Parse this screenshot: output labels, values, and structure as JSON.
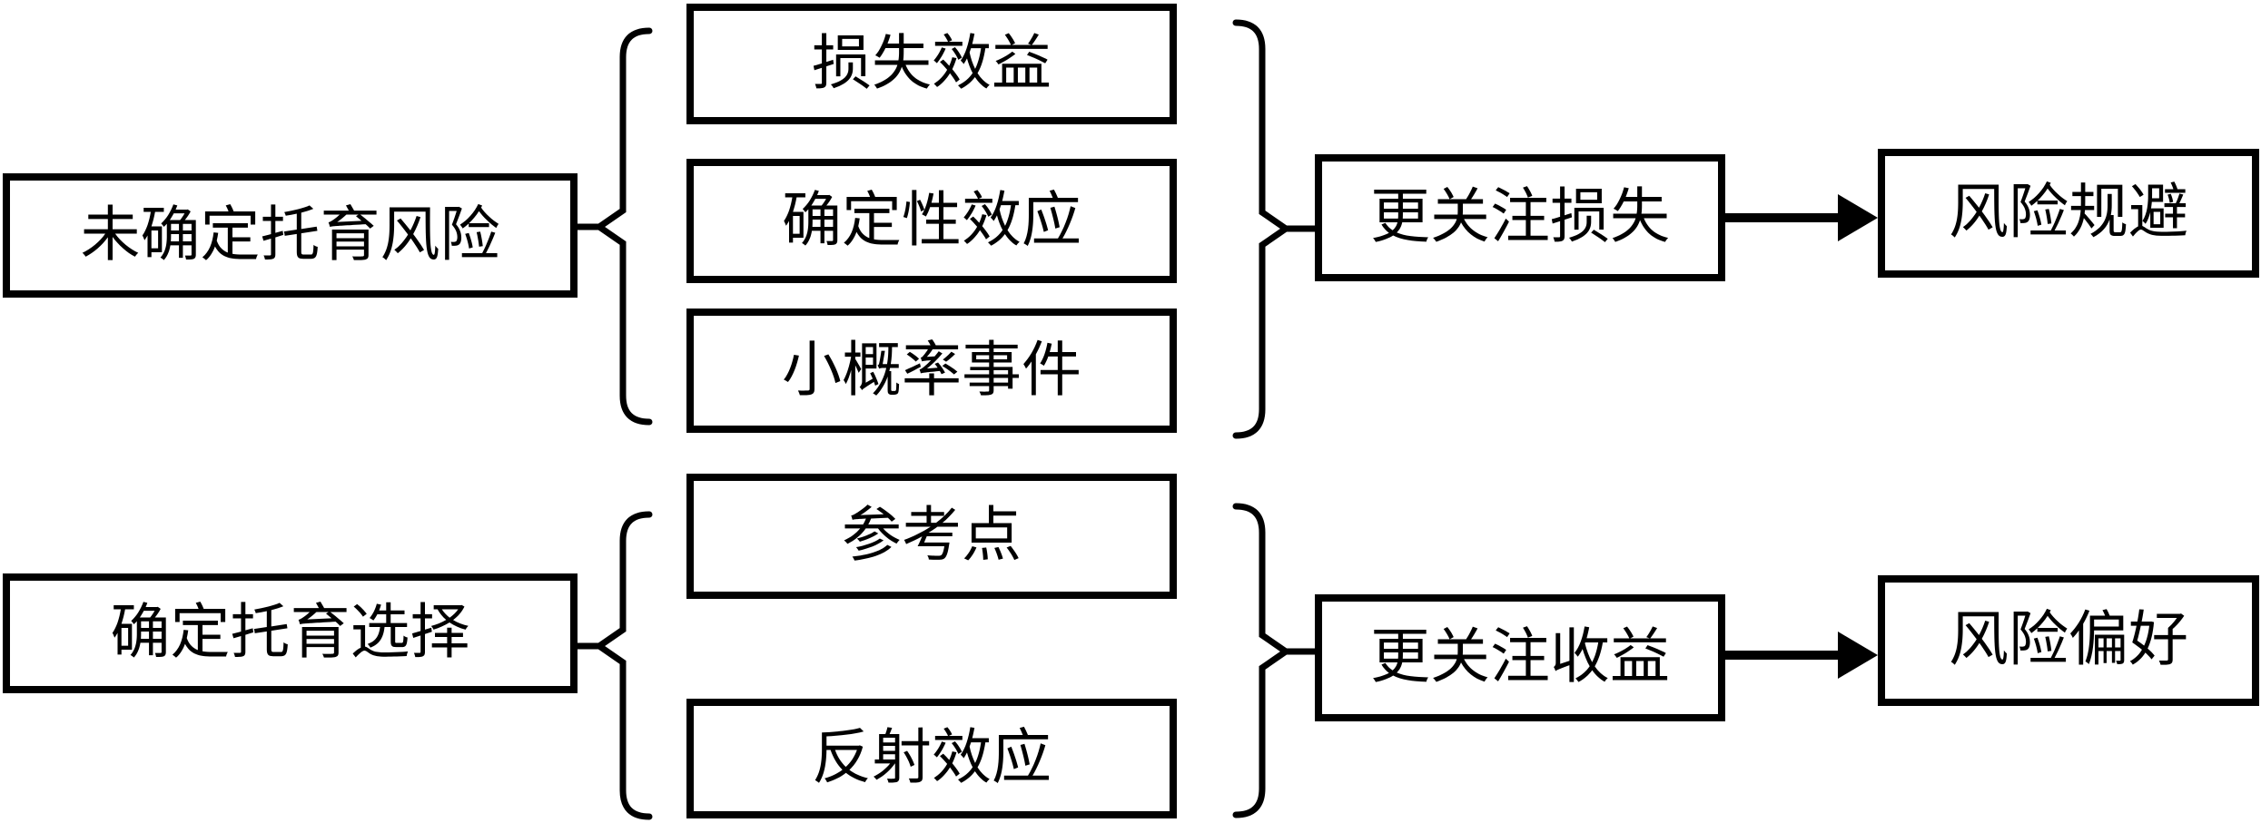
{
  "figure": {
    "background": "#ffffff",
    "line_color": "#000000",
    "rows": [
      {
        "source": "未确定托育风险",
        "factors": [
          "损失效益",
          "确定性效应",
          "小概率事件"
        ],
        "outcome": "更关注损失",
        "result": "风险规避"
      },
      {
        "source": "确定托育选择",
        "factors": [
          "参考点",
          "反射效应"
        ],
        "outcome": "更关注收益",
        "result": "风险偏好"
      }
    ]
  }
}
